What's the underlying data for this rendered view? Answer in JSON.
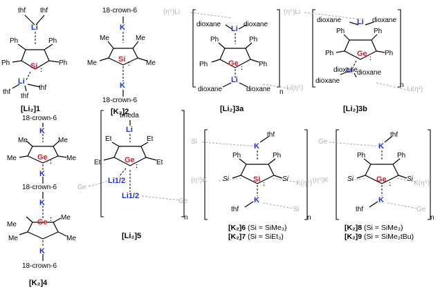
{
  "compounds": [
    {
      "id": "li2-1",
      "caption": "[Li₂]1",
      "center": "Si",
      "top_metal": "Li",
      "bottom_metal": "Li",
      "top_ligands": [
        "thf",
        "thf"
      ],
      "bottom_ligands": [
        "thf",
        "thf",
        "thf"
      ],
      "substituents": [
        "Ph",
        "Ph",
        "Ph",
        "Ph"
      ]
    },
    {
      "id": "k2-2",
      "caption": "[K₂]2",
      "center": "Si",
      "top_metal": "K",
      "bottom_metal": "K",
      "top_ligand": "18-crown-6",
      "bottom_ligand": "18-crown-6",
      "substituents": [
        "Me",
        "Me",
        "Me",
        "Me"
      ]
    },
    {
      "id": "li2-3a",
      "caption": "[Li₂]3a",
      "center": "Ge",
      "top_metal": "Li",
      "bottom_metal": "Li",
      "ligands": [
        "dioxane",
        "dioxane",
        "dioxane",
        "dioxane"
      ],
      "bridges": [
        "(η⁵)Li",
        "Li(η⁵)"
      ],
      "substituents": [
        "Ph",
        "Ph",
        "Ph",
        "Ph"
      ],
      "n": "n"
    },
    {
      "id": "li2-3b",
      "caption": "[Li₂]3b",
      "center": "Ge",
      "top_metal": "Li",
      "bottom_metal": "Li",
      "ligands": [
        "dioxane",
        "dioxane",
        "dioxane",
        "dioxane",
        "dioxane"
      ],
      "bridges": [
        "(η⁵)Li",
        "Li(η¹)"
      ],
      "substituents": [
        "Ph",
        "Ph",
        "Ph",
        "Ph"
      ],
      "n": "n"
    },
    {
      "id": "k2-4",
      "caption": "[K₂]4",
      "center": "Ge",
      "metals": [
        "K",
        "K",
        "K",
        "K"
      ],
      "ligands": [
        "18-crown-6",
        "18-crown-6",
        "18-crown-6"
      ],
      "substituents": [
        "Me",
        "Me",
        "Me",
        "Me",
        "Me",
        "Me",
        "Me",
        "Me"
      ]
    },
    {
      "id": "li2-5",
      "caption": "[Li₂]5",
      "center": "Ge",
      "top_metal": "Li",
      "top_ligand": "tmeda",
      "half_metals": [
        "Li1/2",
        "Li1/2"
      ],
      "bridges": [
        "Ge",
        "Ge"
      ],
      "substituents": [
        "Et",
        "Et",
        "Et",
        "Et"
      ],
      "n": "n"
    },
    {
      "id": "k2-6-7",
      "captions": [
        {
          "label": "[K₂]6",
          "note": "(Si = SiMe₃)"
        },
        {
          "label": "[K₂]7",
          "note": "(Si = SiEt₃)"
        }
      ],
      "center": "Si",
      "metals": [
        "K",
        "K"
      ],
      "ligands": [
        "thf",
        "thf"
      ],
      "bridges": [
        "Si",
        "(η⁵)K",
        "K(η⁵)",
        "Si"
      ],
      "substituents": [
        "Ph",
        "Ph",
        "Si",
        "Si"
      ],
      "n": "n"
    },
    {
      "id": "k2-8-9",
      "captions": [
        {
          "label": "[K₂]8",
          "note": "(Si = SiMe₃)"
        },
        {
          "label": "[K₂]9",
          "note": "(Si = SiMe₂tBu)"
        }
      ],
      "center": "Ge",
      "metals": [
        "K",
        "K"
      ],
      "ligands": [
        "thf",
        "thf"
      ],
      "bridges": [
        "Ge",
        "(η⁵)K",
        "K(η⁵)",
        "Ge"
      ],
      "substituents": [
        "Ph",
        "Ph",
        "Si",
        "Si"
      ],
      "n": "n"
    }
  ],
  "colors": {
    "metal": "#1a2fd6",
    "center": "#e0182a",
    "bridge": "#b3b3b3",
    "bond": "#000000"
  }
}
